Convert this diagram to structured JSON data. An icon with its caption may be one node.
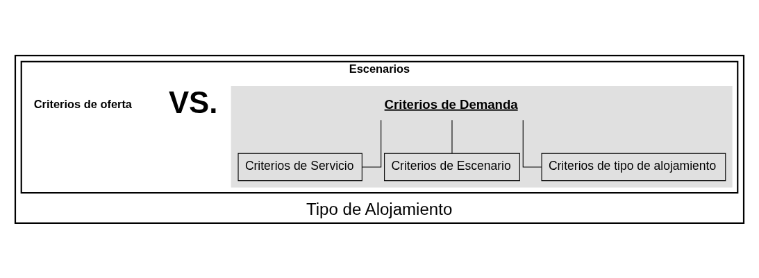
{
  "diagram": {
    "nodes": [
      {
        "text": [
          "Tipo de Alojamiento"
        ]
      },
      {
        "text": [
          "Escenarios"
        ],
        "in": 0
      },
      {
        "text": [],
        "shape": "box",
        "in": 1
      },
      {
        "text": [
          "Criterios de Demanda"
        ],
        "in": 2
      },
      {
        "text": [
          "Criterios de Servicio"
        ],
        "in": 2
      },
      {
        "text": [
          "Criterios de Escenario"
        ],
        "in": 2
      },
      {
        "text": [
          "Criterios de tipo de alojamiento"
        ],
        "in": 2
      },
      {
        "text": [
          "VS."
        ],
        "in": 1
      },
      {
        "text": [
          "Criterios de oferta"
        ],
        "in": 1
      }
    ],
    "edges": [
      {
        "from": 3,
        "to": 4,
        "arrow": "none"
      },
      {
        "from": 3,
        "to": 5,
        "arrow": "none"
      },
      {
        "from": 3,
        "to": 6,
        "arrow": "none"
      }
    ]
  }
}
